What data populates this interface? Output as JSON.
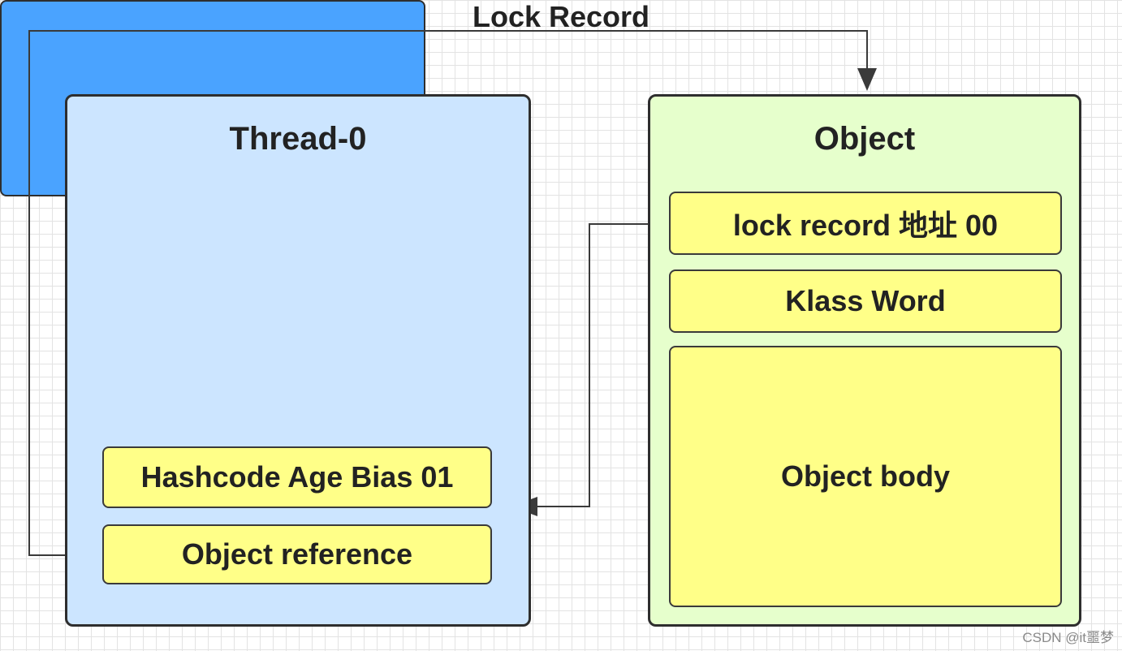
{
  "thread": {
    "title": "Thread-0",
    "lock_record": {
      "title": "Lock Record",
      "fields": [
        {
          "label": "Hashcode Age Bias 01"
        },
        {
          "label": "Object reference"
        }
      ]
    }
  },
  "object": {
    "title": "Object",
    "fields": [
      {
        "label": "lock record 地址 00"
      },
      {
        "label": "Klass Word"
      },
      {
        "label": "Object body"
      }
    ]
  },
  "colors": {
    "thread_fill": "#cce5ff",
    "object_fill": "#e6ffcc",
    "lock_record_fill": "#4aa3ff",
    "field_fill": "#ffff88",
    "stroke": "#2e2e2e"
  },
  "watermark": "CSDN @it噩梦"
}
